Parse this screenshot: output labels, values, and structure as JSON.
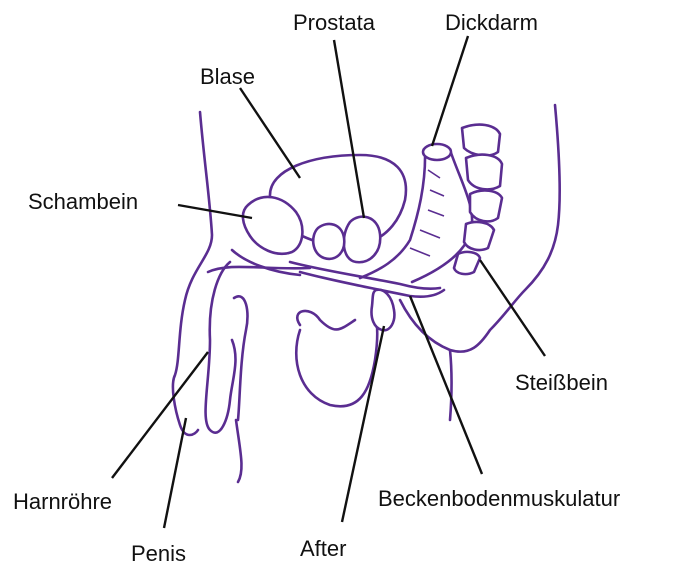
{
  "diagram": {
    "colors": {
      "outline": "#5a2d91",
      "label": "#111111",
      "background": "#ffffff"
    },
    "labels": {
      "prostata": "Prostata",
      "dickdarm": "Dickdarm",
      "blase": "Blase",
      "schambein": "Schambein",
      "steissbein": "Steißbein",
      "harnroehre": "Harnröhre",
      "beckenboden": "Beckenbodenmuskulatur",
      "penis": "Penis",
      "after": "After"
    }
  }
}
